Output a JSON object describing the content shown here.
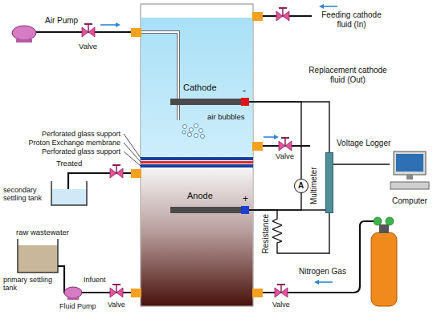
{
  "diagram": {
    "nodes": [
      {
        "text": [
          "Cathode"
        ]
      },
      {
        "text": [
          "Voltage Logger"
        ]
      },
      {
        "text": [
          "Computer"
        ]
      },
      {
        "text": [
          "A",
          "Multimeter"
        ]
      },
      {
        "text": [
          "Anode"
        ]
      },
      {
        "text": [
          "Resistance"
        ]
      }
    ],
    "edges": [
      {
        "from": 0,
        "to": 1,
        "arrow": "none"
      },
      {
        "from": 0,
        "to": 3,
        "arrow": "none"
      },
      {
        "from": 3,
        "to": 4,
        "arrow": "none"
      },
      {
        "from": 4,
        "to": 1,
        "arrow": "none"
      },
      {
        "from": 4,
        "to": 5,
        "arrow": "none"
      },
      {
        "from": 5,
        "to": 1,
        "arrow": "none"
      },
      {
        "from": 1,
        "to": 2,
        "arrow": "none"
      }
    ],
    "labels": [
      "Air Pump",
      "Valve",
      "Feeding cathode fluid (In)",
      "air bubbles",
      "-",
      "Replacement cathode fluid (Out)",
      "Perforated glass support",
      "Proton Exchange membrane",
      "Perforated glass support",
      "Valve",
      "Treated",
      "secondary settling tank",
      "+",
      "raw wastewater",
      "Nitrogen Gas",
      "Infuent",
      "Valve",
      "primary settling tank",
      "Valve",
      "Fluid Pump"
    ]
  }
}
